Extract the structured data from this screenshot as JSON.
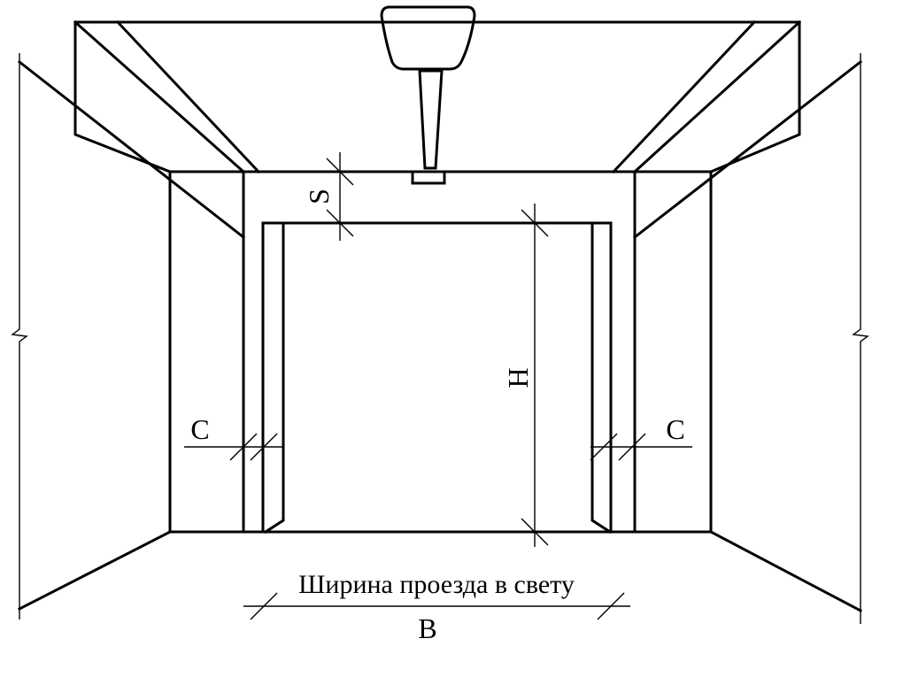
{
  "labels": {
    "s": "S",
    "h": "H",
    "c_left": "C",
    "c_right": "C",
    "span_caption": "Ширина проезда в свету",
    "b": "B"
  },
  "colors": {
    "line": "#000000",
    "background": "#ffffff"
  }
}
